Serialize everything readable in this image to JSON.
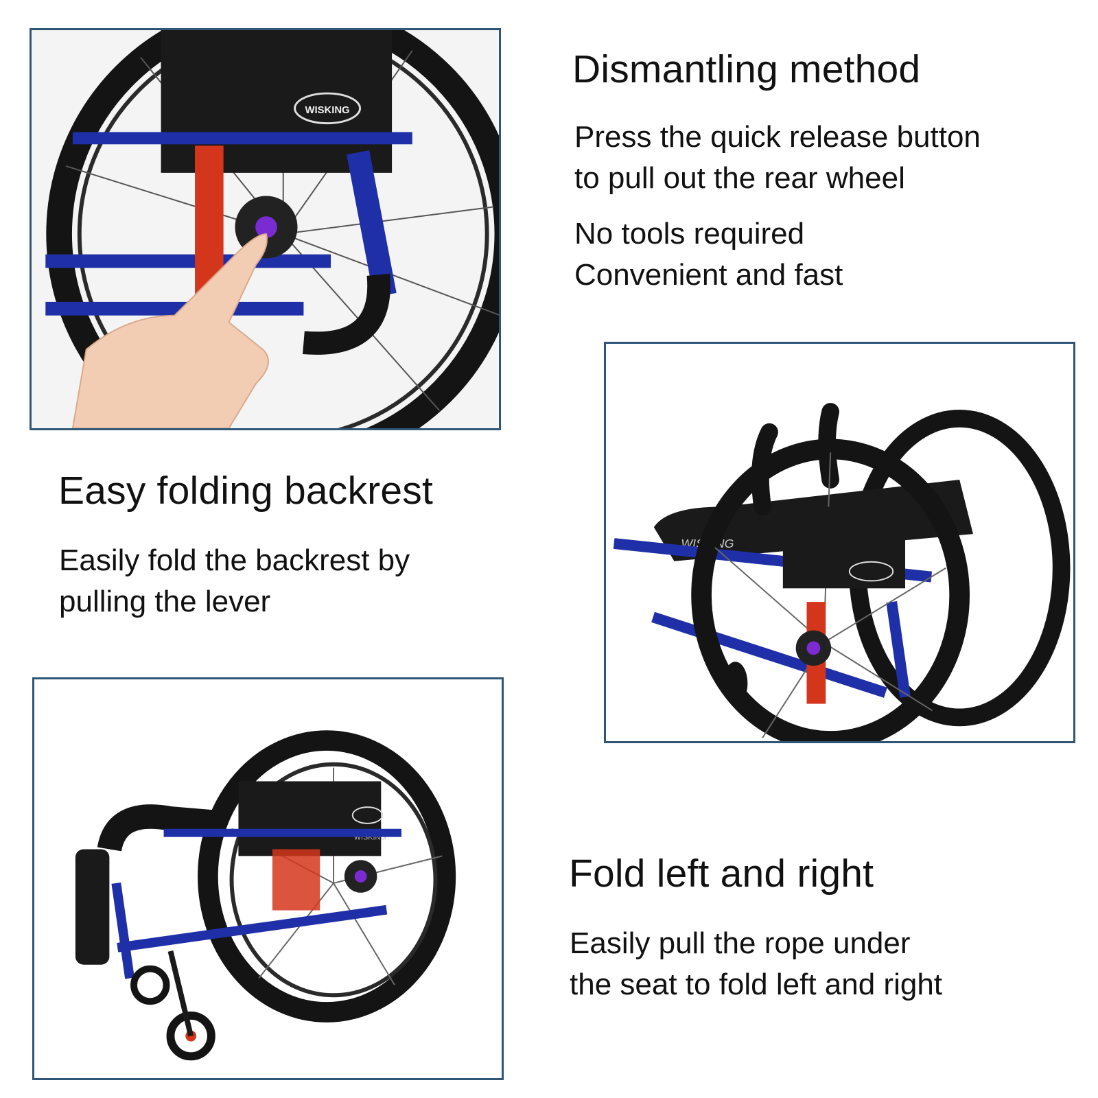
{
  "colors": {
    "frame_border": "#2f5677",
    "frame_blue": "#1f2fa8",
    "accent_red": "#d4361c",
    "accent_purple": "#7a2bd1",
    "tire_black": "#141414",
    "text": "#111111"
  },
  "sections": {
    "dismantling": {
      "title": "Dismantling method",
      "text_1": [
        "Press the quick release button",
        "to pull out the rear wheel"
      ],
      "text_2": [
        "No tools required",
        "Convenient and fast"
      ]
    },
    "backrest": {
      "title": "Easy folding backrest",
      "text": [
        "Easily fold the backrest by",
        "pulling the lever"
      ]
    },
    "fold": {
      "title": "Fold left and right",
      "text": [
        "Easily pull the rope under",
        "the seat to fold left and right"
      ]
    }
  },
  "photos": {
    "quick_release": {
      "brand": "WISKING"
    },
    "folded_back": {
      "brand": "WISKING"
    },
    "folded_side": {
      "brand": "WISKING"
    }
  }
}
